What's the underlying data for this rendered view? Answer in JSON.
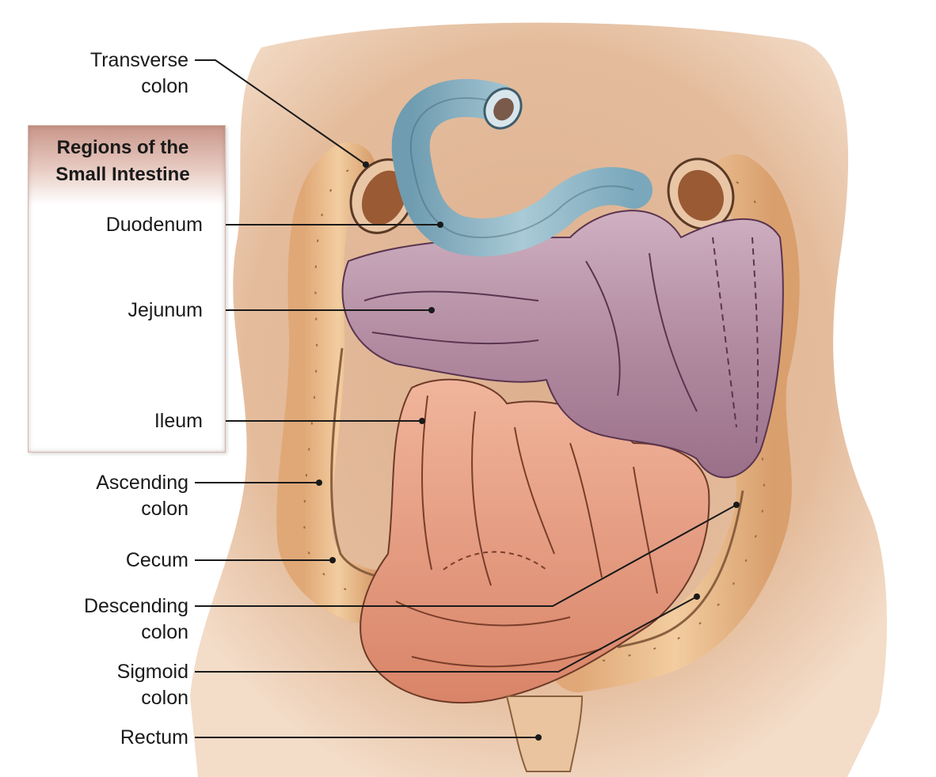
{
  "box": {
    "title_line1": "Regions of the",
    "title_line2": "Small Intestine"
  },
  "labels": {
    "transverse_colon_1": "Transverse",
    "transverse_colon_2": "colon",
    "duodenum": "Duodenum",
    "jejunum": "Jejunum",
    "ileum": "Ileum",
    "ascending_colon_1": "Ascending",
    "ascending_colon_2": "colon",
    "cecum": "Cecum",
    "descending_colon_1": "Descending",
    "descending_colon_2": "colon",
    "sigmoid_colon_1": "Sigmoid",
    "sigmoid_colon_2": "colon",
    "rectum": "Rectum"
  },
  "colors": {
    "skin": "#e6bc9c",
    "colon": "#e6b889",
    "duodenum": "#8fb7c6",
    "jejunum": "#b58ea3",
    "ileum": "#e49a7e",
    "box_header": "#c9968a"
  }
}
